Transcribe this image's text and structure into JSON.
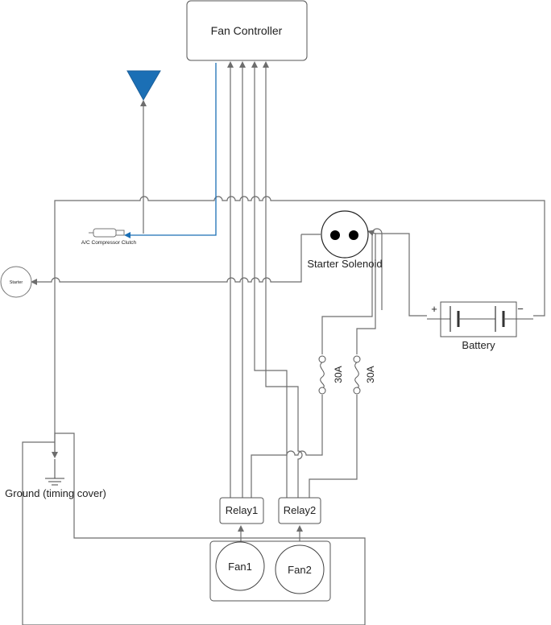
{
  "components": {
    "fan_controller": "Fan Controller",
    "ac_clutch": "A/C Compressor Clutch",
    "starter": "Starter",
    "starter_solenoid": "Starter Solenoid",
    "battery": "Battery",
    "battery_plus": "+",
    "battery_minus": "−",
    "fuse1": "30A",
    "fuse2": "30A",
    "ground": "Ground (timing cover)",
    "relay1": "Relay1",
    "relay2": "Relay2",
    "fan1": "Fan1",
    "fan2": "Fan2"
  },
  "colors": {
    "wire": "#6d6d6d",
    "signal_wire": "#1b6fb5",
    "triangle": "#1b6fb5"
  }
}
